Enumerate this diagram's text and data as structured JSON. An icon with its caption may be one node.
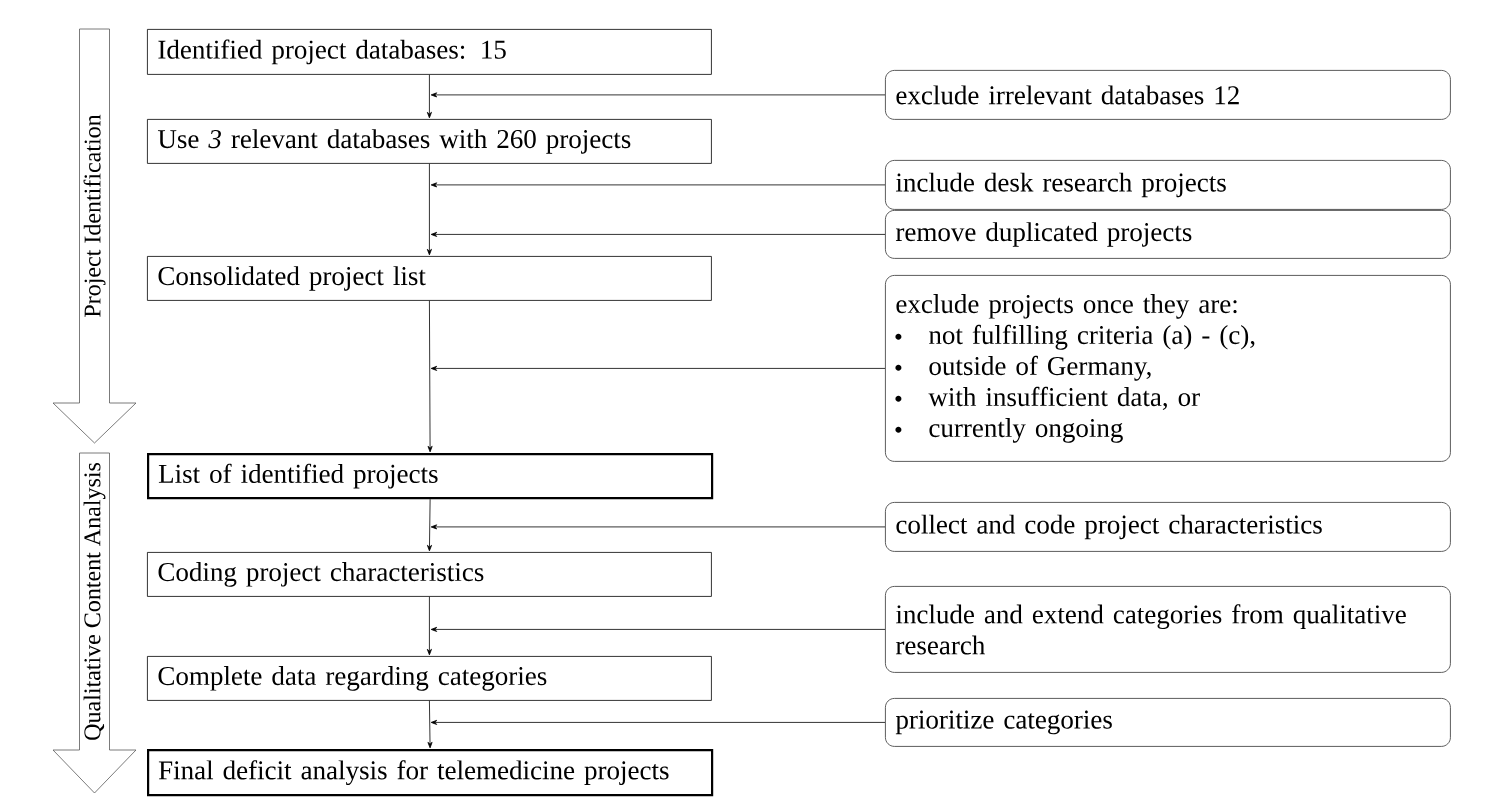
{
  "diagram": {
    "nodes": [
      {
        "text": [
          "Project Identification"
        ]
      },
      {
        "text": [
          "Qualitative Content Analysis"
        ]
      },
      {
        "text": [
          "Identified project databases: 15"
        ]
      },
      {
        "text": [
          "exclude irrelevant databases 12"
        ]
      },
      {
        "text": [
          "Use *3* relevant databases with 260 projects"
        ]
      },
      {
        "text": [
          "include desk research projects"
        ]
      },
      {
        "text": [
          "remove duplicated projects"
        ]
      },
      {
        "text": [
          "Consolidated project list"
        ]
      },
      {
        "text": [
          "exclude projects once they are:",
          "not fulfilling  criteria (a) - (c),",
          "outside of Germany,",
          "with insufficient data, or",
          "currently ongoing"
        ]
      },
      {
        "text": [
          "List of identified projects"
        ]
      },
      {
        "text": [
          "collect and code project characteristics"
        ]
      },
      {
        "text": [
          "Coding project characteristics"
        ]
      },
      {
        "text": [
          "include and extend categories from qualitative research"
        ]
      },
      {
        "text": [
          "Complete data regarding categories"
        ]
      },
      {
        "text": [
          "prioritize categories"
        ]
      },
      {
        "text": [
          "Final deficit analysis for telemedicine projects"
        ]
      }
    ],
    "edges": [
      {
        "from": 2,
        "to": 4,
        "arrow": "to"
      },
      {
        "from": 4,
        "to": 7,
        "arrow": "to"
      },
      {
        "from": 7,
        "to": 9,
        "arrow": "to"
      },
      {
        "from": 9,
        "to": 11,
        "arrow": "to"
      },
      {
        "from": 11,
        "to": 13,
        "arrow": "to"
      },
      {
        "from": 13,
        "to": 15,
        "arrow": "to"
      },
      {
        "from": 3,
        "to": null,
        "arrow": "to"
      },
      {
        "from": 5,
        "to": null,
        "arrow": "to"
      },
      {
        "from": 6,
        "to": null,
        "arrow": "to"
      },
      {
        "from": 8,
        "to": null,
        "arrow": "to"
      },
      {
        "from": 10,
        "to": null,
        "arrow": "to"
      },
      {
        "from": 12,
        "to": null,
        "arrow": "to"
      },
      {
        "from": 14,
        "to": null,
        "arrow": "to"
      }
    ]
  }
}
